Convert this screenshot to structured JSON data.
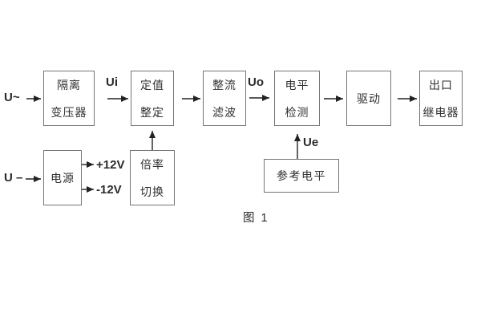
{
  "figure": {
    "caption": "图 1",
    "inputs": {
      "ac": "U~",
      "dc": "U –"
    },
    "signals": {
      "ui": "Ui",
      "uo": "Uo",
      "ue": "Ue"
    },
    "power_rails": {
      "positive": "+12V",
      "negative": "-12V"
    },
    "blocks": {
      "isolation_transformer": {
        "line1": "隔离",
        "line2": "变压器"
      },
      "value_setting": {
        "line1": "定值",
        "line2": "整定"
      },
      "rectifier_filter": {
        "line1": "整流",
        "line2": "滤波"
      },
      "level_detection": {
        "line1": "电平",
        "line2": "检测"
      },
      "driver": {
        "line1": "驱动"
      },
      "output_relay": {
        "line1": "出口",
        "line2": "继电器"
      },
      "power_supply": {
        "line1": "电源"
      },
      "ratio_switch": {
        "line1": "倍率",
        "line2": "切换"
      },
      "reference_level": {
        "line1": "参考电平"
      }
    },
    "flow": "U~ → 隔离变压器 → Ui → 定值整定 → 整流滤波 → Uo → 电平检测 → 驱动 → 出口继电器; U– → 电源 → ±12V; 倍率切换 → 定值整定; 参考电平 → Ue → 电平检测",
    "colors": {
      "background": "#ffffff",
      "box_border": "#757575",
      "wire": "#222222",
      "text": "#303030"
    }
  }
}
